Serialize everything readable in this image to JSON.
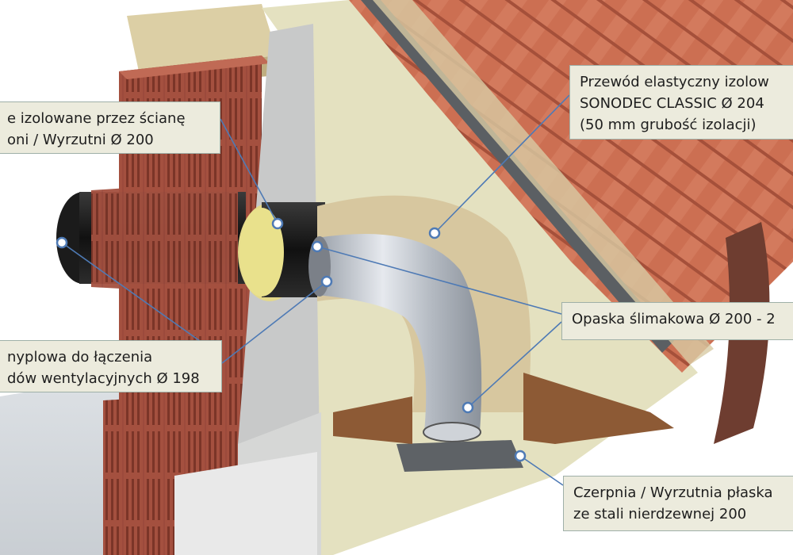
{
  "labels": {
    "wall_passthrough": [
      "e izolowane przez ścianę",
      "oni / Wyrzutni Ø 200"
    ],
    "flexible_duct": [
      "Przewód elastyczny izolow",
      "SONODEC CLASSIC Ø 204",
      "(50 mm grubość izolacji)"
    ],
    "nipple_connector": [
      "nyplowa do łączenia",
      "dów wentylacyjnych Ø 198"
    ],
    "worm_clamp": [
      "Opaska ślimakowa Ø 200 - 2"
    ],
    "flat_vent": [
      "Czerpnia / Wyrzutnia płaska",
      "ze stali nierdzewnej 200"
    ]
  },
  "colors": {
    "callout_bg": "#ecebdd",
    "callout_border": "#9fb0a8",
    "leader_line": "#4e7ab5",
    "brick": "#9c4a3c",
    "roof_tile": "#cc6f52",
    "plaster": "#e3e0bf",
    "insulation": "#d7c79f",
    "foil": "#c7ccd3"
  }
}
